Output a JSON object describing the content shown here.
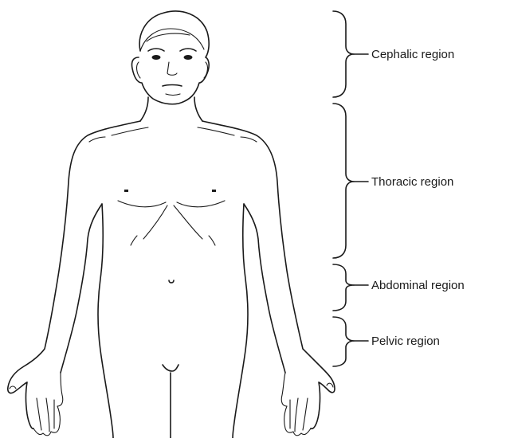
{
  "regions": [
    {
      "label": "Cephalic region"
    },
    {
      "label": "Thoracic region"
    },
    {
      "label": "Abdominal region"
    },
    {
      "label": "Pelvic region"
    }
  ]
}
